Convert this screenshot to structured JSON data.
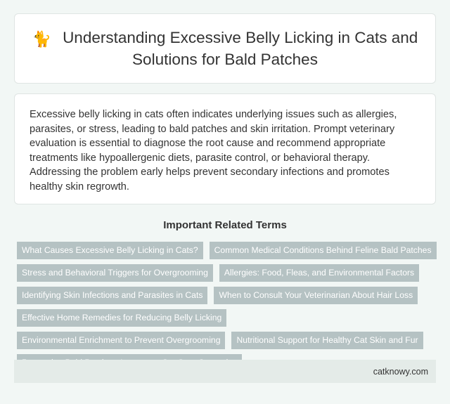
{
  "header": {
    "icon": "cat-icon",
    "icon_glyph": "🐈",
    "title": "Understanding Excessive Belly Licking in Cats and Solutions for Bald Patches"
  },
  "summary": {
    "text": "Excessive belly licking in cats often indicates underlying issues such as allergies, parasites, or stress, leading to bald patches and skin irritation. Prompt veterinary evaluation is essential to diagnose the root cause and recommend appropriate treatments like hypoallergenic diets, parasite control, or behavioral therapy. Addressing the problem early helps prevent secondary infections and promotes healthy skin regrowth."
  },
  "related": {
    "heading": "Important Related Terms",
    "tags": [
      "What Causes Excessive Belly Licking in Cats?",
      "Common Medical Conditions Behind Feline Bald Patches",
      "Stress and Behavioral Triggers for Overgrooming",
      "Allergies: Food, Fleas, and Environmental Factors",
      "Identifying Skin Infections and Parasites in Cats",
      "When to Consult Your Veterinarian About Hair Loss",
      "Effective Home Remedies for Reducing Belly Licking",
      "Environmental Enrichment to Prevent Overgrooming",
      "Nutritional Support for Healthy Cat Skin and Fur",
      "Preventing Bald Patches: Long-term Cat Care Strategies"
    ]
  },
  "footer": {
    "site": "catknowy.com"
  },
  "colors": {
    "background": "#f2f7f5",
    "card": "#ffffff",
    "tag_background": "#b5c2c3",
    "tag_text": "#ffffff",
    "footer_background": "#e4ebe8"
  }
}
